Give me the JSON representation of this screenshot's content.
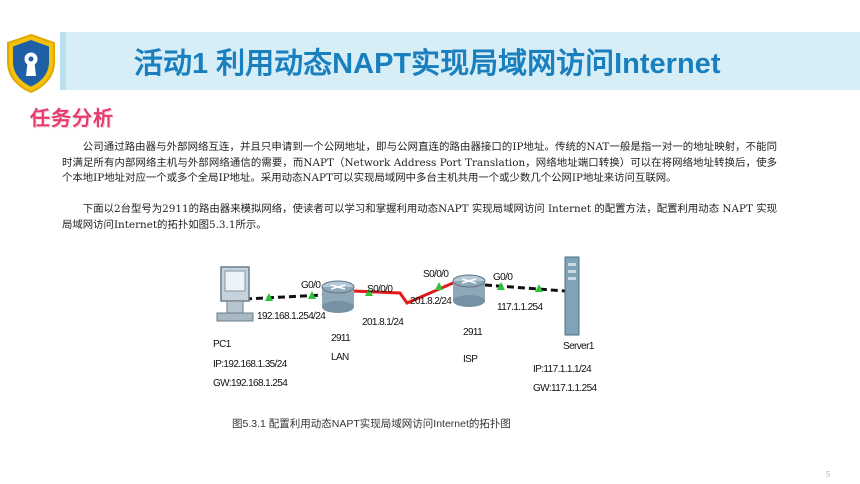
{
  "header": {
    "title": "活动1 利用动态NAPT实现局域网访问Internet"
  },
  "section": {
    "heading": "任务分析"
  },
  "body": {
    "paragraph1": "公司通过路由器与外部网络互连，并且只申请到一个公网地址，即与公网直连的路由器接口的IP地址。传统的NAT一般是指一对一的地址映射，不能同时满足所有内部网络主机与外部网络通信的需要，而NAPT（Network Address Port Translation，网络地址端口转换）可以在将网络地址转换后，使多个本地IP地址对应一个或多个全局IP地址。采用动态NAPT可以实现局域网中多台主机共用一个或少数几个公网IP地址来访问互联网。",
    "paragraph2": "下面以2台型号为2911的路由器来模拟网络，使读者可以学习和掌握利用动态NAPT 实现局域网访问 Internet 的配置方法，配置利用动态 NAPT 实现局域网访问Internet的拓扑如图5.3.1所示。"
  },
  "topology": {
    "pc": {
      "name": "PC1",
      "ip": "IP:192.168.1.35/24",
      "gw": "GW:192.168.1.254"
    },
    "lan_router": {
      "model": "2911",
      "name": "LAN",
      "port_left": "G0/0",
      "port_left_ip": "192.168.1.254/24",
      "port_right": "S0/0/0",
      "port_right_ip": "201.8.1/24"
    },
    "isp_router": {
      "model": "2911",
      "name": "ISP",
      "port_left": "S0/0/0",
      "port_left_ip": "201.8.2/24",
      "port_right": "G0/0",
      "port_right_ip": "117.1.1.254"
    },
    "server": {
      "name": "Server1",
      "ip": "IP:117.1.1.1/24",
      "gw": "GW:117.1.1.254"
    }
  },
  "figure": {
    "caption": "图5.3.1  配置利用动态NAPT实现局域网访问Internet的拓扑图"
  },
  "footer": {
    "page_number": "5"
  },
  "colors": {
    "title": "#1a7fbe",
    "title_bar": "#d7eef7",
    "heading": "#e63b6e",
    "serial_link": "#e11b1b",
    "link_light": "#2fc33a",
    "router_body": "#8fa8b8"
  }
}
